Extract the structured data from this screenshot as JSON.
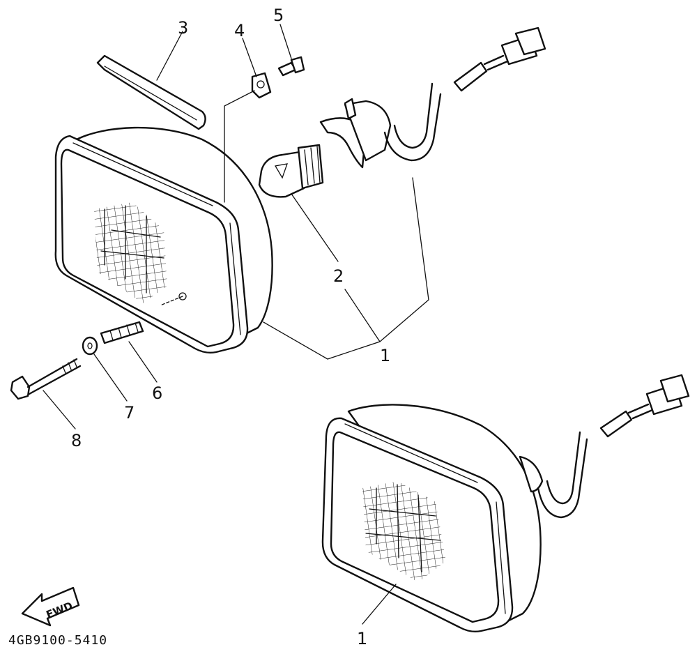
{
  "diagram": {
    "part_code": "4GB9100-5410",
    "direction_label": "FWD",
    "callouts": [
      {
        "id": "1",
        "label": "1"
      },
      {
        "id": "1b",
        "label": "1"
      },
      {
        "id": "2",
        "label": "2"
      },
      {
        "id": "3",
        "label": "3"
      },
      {
        "id": "4",
        "label": "4"
      },
      {
        "id": "5",
        "label": "5"
      },
      {
        "id": "6",
        "label": "6"
      },
      {
        "id": "7",
        "label": "7"
      },
      {
        "id": "8",
        "label": "8"
      }
    ]
  }
}
